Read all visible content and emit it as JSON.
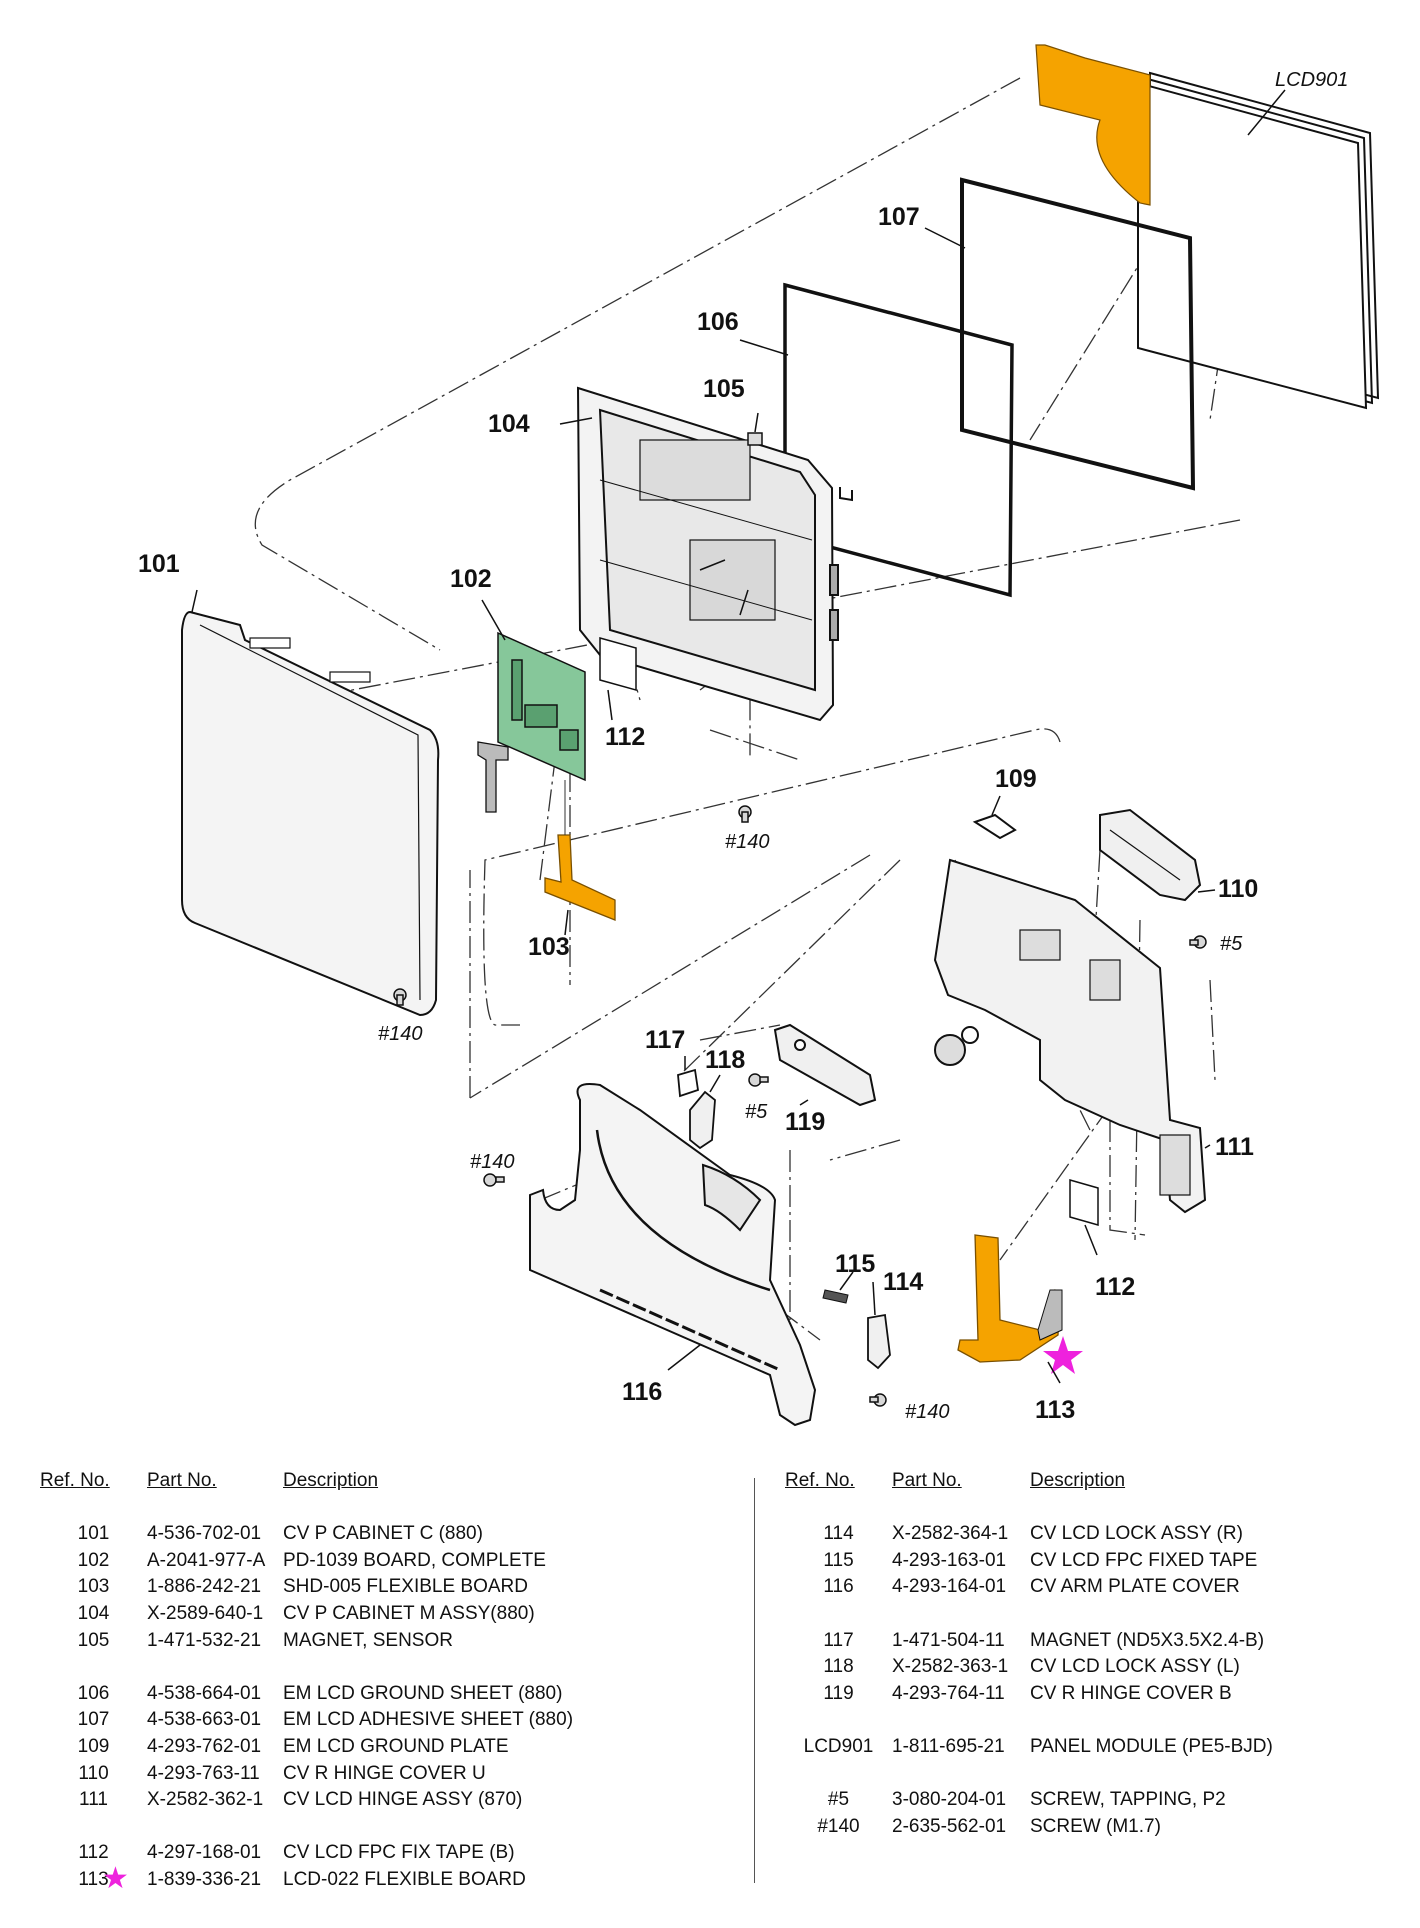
{
  "callouts": {
    "lcd901": "LCD901",
    "r101": "101",
    "r102": "102",
    "r103": "103",
    "r104": "104",
    "r105": "105",
    "r106": "106",
    "r107": "107",
    "r109": "109",
    "r110": "110",
    "r111": "111",
    "r112a": "112",
    "r112b": "112",
    "r113": "113",
    "r114": "114",
    "r115": "115",
    "r116": "116",
    "r117": "117",
    "r118": "118",
    "r119": "119",
    "s140a": "#140",
    "s140b": "#140",
    "s140c": "#140",
    "s140d": "#140",
    "s5a": "#5",
    "s5b": "#5"
  },
  "colors": {
    "flex_orange": "#f5a300",
    "board_green": "#86c79a",
    "star_magenta": "#ee22dd"
  },
  "table": {
    "headers": {
      "ref": "Ref. No.",
      "part": "Part No.",
      "desc": "Description"
    },
    "left_rows": [
      {
        "ref": "101",
        "part": "4-536-702-01",
        "desc": "CV P CABINET C (880)"
      },
      {
        "ref": "102",
        "part": "A-2041-977-A",
        "desc": "PD-1039 BOARD, COMPLETE"
      },
      {
        "ref": "103",
        "part": "1-886-242-21",
        "desc": "SHD-005 FLEXIBLE BOARD"
      },
      {
        "ref": "104",
        "part": "X-2589-640-1",
        "desc": "CV P CABINET M ASSY(880)"
      },
      {
        "ref": "105",
        "part": "1-471-532-21",
        "desc": "MAGNET, SENSOR"
      },
      {
        "ref": "",
        "part": "",
        "desc": ""
      },
      {
        "ref": "106",
        "part": "4-538-664-01",
        "desc": "EM LCD GROUND SHEET (880)"
      },
      {
        "ref": "107",
        "part": "4-538-663-01",
        "desc": "EM LCD ADHESIVE SHEET (880)"
      },
      {
        "ref": "109",
        "part": "4-293-762-01",
        "desc": "EM LCD GROUND PLATE"
      },
      {
        "ref": "110",
        "part": "4-293-763-11",
        "desc": "CV R HINGE COVER U"
      },
      {
        "ref": "111",
        "part": "X-2582-362-1",
        "desc": "CV LCD HINGE ASSY (870)"
      },
      {
        "ref": "",
        "part": "",
        "desc": ""
      },
      {
        "ref": "112",
        "part": "4-297-168-01",
        "desc": "CV LCD FPC FIX TAPE (B)"
      },
      {
        "ref": "113",
        "part": "1-839-336-21",
        "desc": "LCD-022 FLEXIBLE BOARD",
        "star": true
      }
    ],
    "right_rows": [
      {
        "ref": "114",
        "part": "X-2582-364-1",
        "desc": "CV LCD LOCK ASSY (R)"
      },
      {
        "ref": "115",
        "part": "4-293-163-01",
        "desc": "CV LCD FPC FIXED TAPE"
      },
      {
        "ref": "116",
        "part": "4-293-164-01",
        "desc": "CV ARM PLATE COVER"
      },
      {
        "ref": "",
        "part": "",
        "desc": ""
      },
      {
        "ref": "117",
        "part": "1-471-504-11",
        "desc": "MAGNET (ND5X3.5X2.4-B)"
      },
      {
        "ref": "118",
        "part": "X-2582-363-1",
        "desc": "CV LCD LOCK ASSY (L)"
      },
      {
        "ref": "119",
        "part": "4-293-764-11",
        "desc": "CV R HINGE COVER B"
      },
      {
        "ref": "",
        "part": "",
        "desc": ""
      },
      {
        "ref": "LCD901",
        "part": "1-811-695-21",
        "desc": "PANEL MODULE (PE5-BJD)"
      },
      {
        "ref": "",
        "part": "",
        "desc": ""
      },
      {
        "ref": "#5",
        "part": "3-080-204-01",
        "desc": "SCREW, TAPPING, P2"
      },
      {
        "ref": "#140",
        "part": "2-635-562-01",
        "desc": "SCREW (M1.7)"
      }
    ]
  }
}
